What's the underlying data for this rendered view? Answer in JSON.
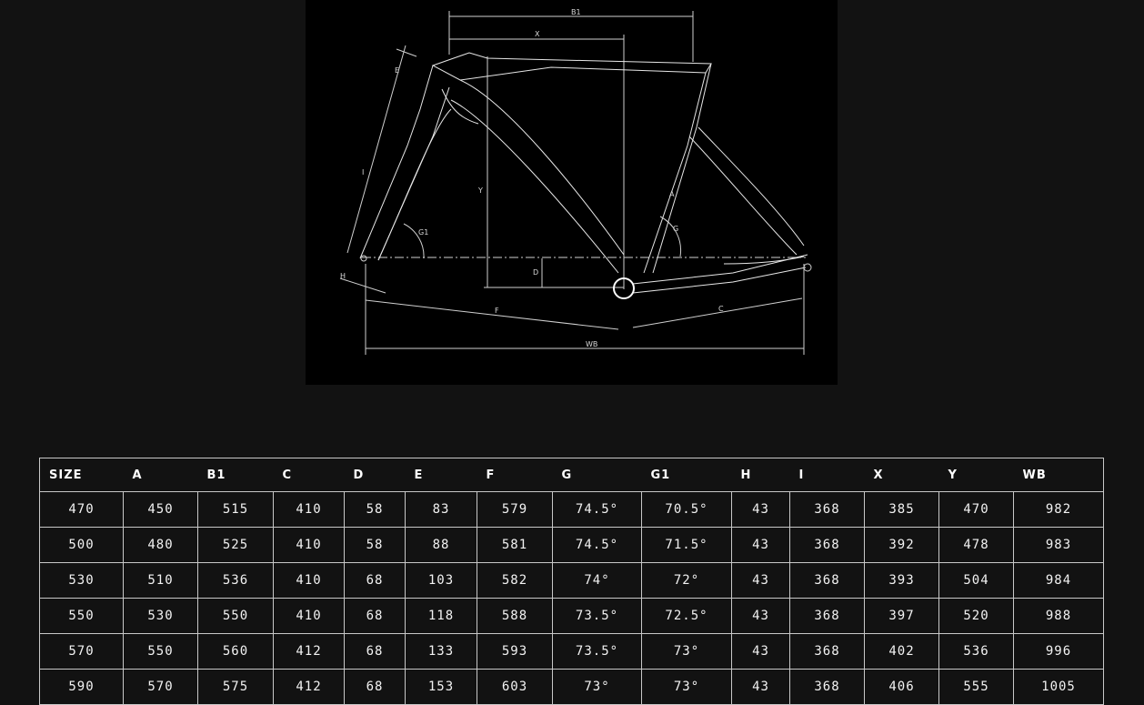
{
  "diagram": {
    "labels": {
      "b1": "B1",
      "x": "X",
      "e": "E",
      "i": "I",
      "y": "Y",
      "g1": "G1",
      "a": "A",
      "g": "G",
      "d": "D",
      "h": "H",
      "f": "F",
      "c": "C",
      "wb": "WB"
    }
  },
  "table": {
    "headers": [
      "SIZE",
      "A",
      "B1",
      "C",
      "D",
      "E",
      "F",
      "G",
      "G1",
      "H",
      "I",
      "X",
      "Y",
      "WB"
    ],
    "rows": [
      [
        "470",
        "450",
        "515",
        "410",
        "58",
        "83",
        "579",
        "74.5°",
        "70.5°",
        "43",
        "368",
        "385",
        "470",
        "982"
      ],
      [
        "500",
        "480",
        "525",
        "410",
        "58",
        "88",
        "581",
        "74.5°",
        "71.5°",
        "43",
        "368",
        "392",
        "478",
        "983"
      ],
      [
        "530",
        "510",
        "536",
        "410",
        "68",
        "103",
        "582",
        "74°",
        "72°",
        "43",
        "368",
        "393",
        "504",
        "984"
      ],
      [
        "550",
        "530",
        "550",
        "410",
        "68",
        "118",
        "588",
        "73.5°",
        "72.5°",
        "43",
        "368",
        "397",
        "520",
        "988"
      ],
      [
        "570",
        "550",
        "560",
        "412",
        "68",
        "133",
        "593",
        "73.5°",
        "73°",
        "43",
        "368",
        "402",
        "536",
        "996"
      ],
      [
        "590",
        "570",
        "575",
        "412",
        "68",
        "153",
        "603",
        "73°",
        "73°",
        "43",
        "368",
        "406",
        "555",
        "1005"
      ]
    ]
  }
}
